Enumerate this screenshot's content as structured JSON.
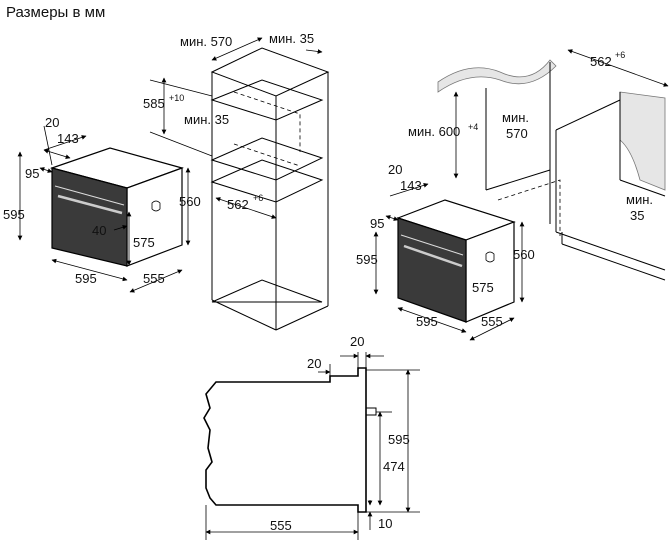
{
  "title": "Размеры в мм",
  "labels": {
    "d20a": "20",
    "d143a": "143",
    "d95a": "95",
    "d595a": "595",
    "d40a": "40",
    "d575a": "575",
    "d560a": "560",
    "d595b": "595",
    "d555a": "555",
    "min570a": "мин. 570",
    "min35a": "мин. 35",
    "d585": "585",
    "sup10": "+10",
    "min35b": "мин. 35",
    "d562a": "562",
    "sup6a": "+6",
    "d562b": "562",
    "sup6b": "+6",
    "min600": "мин. 600",
    "sup4": "+4",
    "min570b": "мин.",
    "min570b2": "570",
    "min35c": "мин.",
    "min35c2": "35",
    "d20b": "20",
    "d143b": "143",
    "d95b": "95",
    "d595c": "595",
    "d560b": "560",
    "d575b": "575",
    "d595d": "595",
    "d555b": "555",
    "s20a": "20",
    "s20b": "20",
    "s595": "595",
    "s474": "474",
    "s10": "10",
    "s555": "555"
  }
}
